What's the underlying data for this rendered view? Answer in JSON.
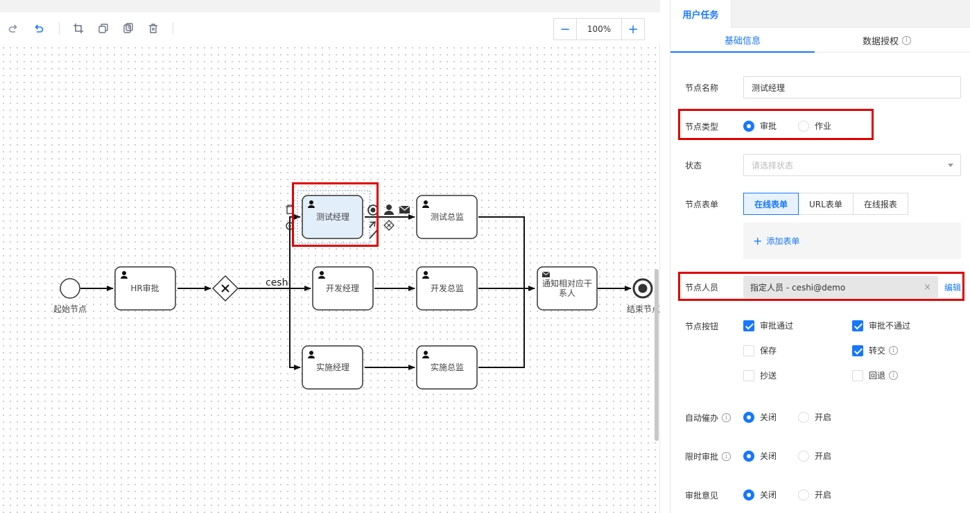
{
  "toolbar": {
    "zoom_out": "−",
    "zoom_value": "100%",
    "zoom_in": "+"
  },
  "diagram": {
    "start_label": "起始节点",
    "end_label": "结束节点",
    "gateway_flow_label": "ceshi",
    "nodes": {
      "hr": "HR审批",
      "test_mgr": "测试经理",
      "test_dir": "测试总监",
      "dev_mgr": "开发经理",
      "dev_dir": "开发总监",
      "impl_mgr": "实施经理",
      "impl_dir": "实施总监",
      "notify_line1": "通知相对应干",
      "notify_line2": "系人"
    }
  },
  "panel": {
    "main_tab": "用户任务",
    "sub_tabs": [
      "基础信息",
      "数据授权"
    ],
    "fields": {
      "node_name": {
        "label": "节点名称",
        "value": "测试经理"
      },
      "node_type": {
        "label": "节点类型",
        "options": [
          "审批",
          "作业"
        ],
        "selected": "审批"
      },
      "status": {
        "label": "状态",
        "placeholder": "请选择状态"
      },
      "node_form": {
        "label": "节点表单",
        "options": [
          "在线表单",
          "URL表单",
          "在线报表"
        ],
        "selected": "在线表单",
        "add_label": "添加表单"
      },
      "node_person": {
        "label": "节点人员",
        "value": "指定人员 - ceshi@demo",
        "edit": "编辑"
      },
      "node_buttons": {
        "label": "节点按钮",
        "items": [
          {
            "label": "审批通过",
            "checked": true
          },
          {
            "label": "审批不通过",
            "checked": true
          },
          {
            "label": "保存",
            "checked": false
          },
          {
            "label": "转交",
            "checked": true
          },
          {
            "label": "抄送",
            "checked": false
          },
          {
            "label": "回退",
            "checked": false
          }
        ]
      },
      "auto_urge": {
        "label": "自动催办",
        "options": [
          "关闭",
          "开启"
        ],
        "selected": "关闭"
      },
      "time_limit": {
        "label": "限时审批",
        "options": [
          "关闭",
          "开启"
        ],
        "selected": "关闭"
      },
      "opinion": {
        "label": "审批意见",
        "options": [
          "关闭",
          "开启"
        ],
        "selected": "关闭"
      }
    }
  },
  "colors": {
    "accent": "#1677ff",
    "highlight": "#e00000",
    "selected_node_fill": "#e3eefb"
  }
}
